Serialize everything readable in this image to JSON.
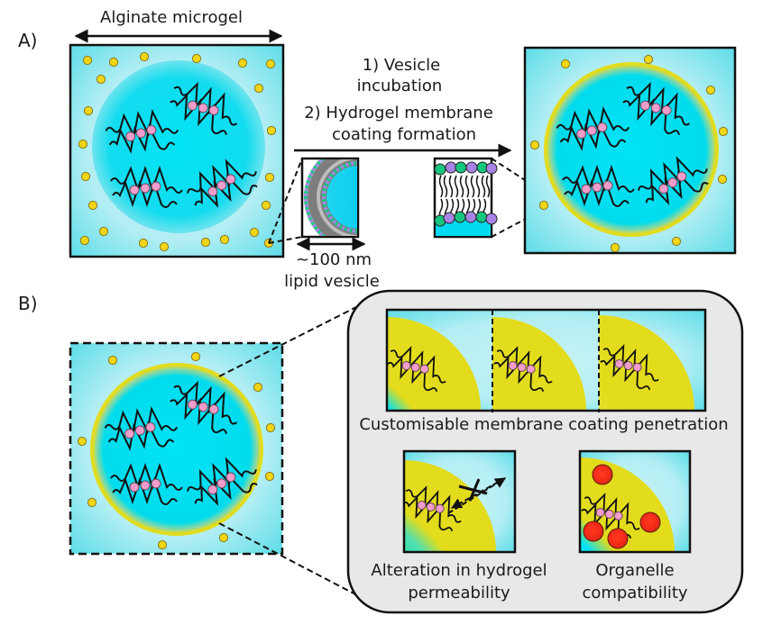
{
  "panel_a": {
    "label": "A)",
    "microgel_label": "Alginate microgel",
    "step1_line1": "1) Vesicle",
    "step1_line2": "incubation",
    "step2_line1": "2) Hydrogel membrane",
    "step2_line2": "coating formation",
    "vesicle_size": "~100 nm",
    "vesicle_label": "lipid vesicle"
  },
  "panel_b": {
    "label": "B)",
    "penetration_caption": "Customisable membrane coating penetration",
    "permeability_line1": "Alteration in hydrogel",
    "permeability_line2": "permeability",
    "organelle_line1": "Organelle",
    "organelle_line2": "compatibility"
  },
  "colors": {
    "gel_core": "#00e1f5",
    "gel_outer": "#bdf0f5",
    "coating_yellow": "#e3dc1c",
    "vesicle_dot": "#f2d516",
    "enzyme_pink": "#f29ccc",
    "lipid_green": "#16c77f",
    "lipid_purple": "#a783e6",
    "organelle_red": "#f0321e",
    "permeable_green": "#12d46a",
    "callout_bg": "#e8e8e8"
  }
}
